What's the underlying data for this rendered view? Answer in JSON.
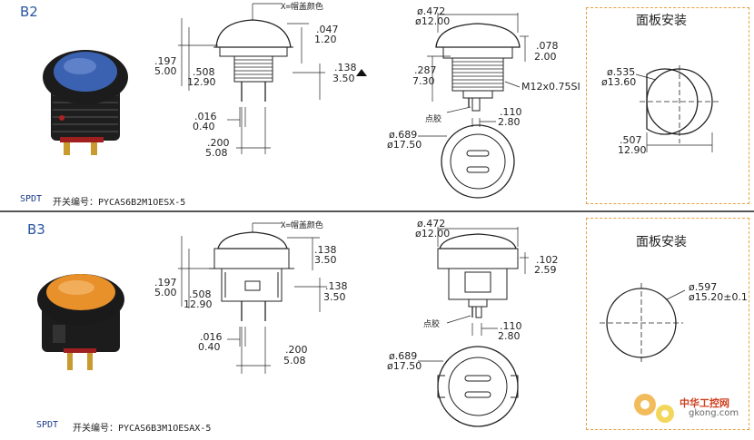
{
  "b2": {
    "label": "B2",
    "caption_code": "SPDT",
    "caption_text": "开关编号：PYCAS6B2M1OESX-5",
    "side_note": "X=帽盖颜色",
    "dims": {
      "d1_in": ".197",
      "d1_mm": "5.00",
      "d2_in": ".047",
      "d2_mm": "1.20",
      "d3_in": ".508",
      "d3_mm": "12.90",
      "d4_in": ".138",
      "d4_mm": "3.50",
      "d5_in": ".016",
      "d5_mm": "0.40",
      "d6_in": ".200",
      "d6_mm": "5.08"
    },
    "front": {
      "dia_in": "ø.472",
      "dia_mm": "ø12.00",
      "h1_in": ".078",
      "h1_mm": "2.00",
      "h2_in": ".287",
      "h2_mm": "7.30",
      "thread": "M12x0.75SI",
      "dot": "点胶",
      "w_in": ".110",
      "w_mm": "2.80",
      "base_in": "ø.689",
      "base_mm": "ø17.50"
    },
    "panel": {
      "title": "面板安装",
      "hole_in": "ø.535",
      "hole_mm": "ø13.60",
      "flat_in": ".507",
      "flat_mm": "12.90"
    }
  },
  "b3": {
    "label": "B3",
    "caption_code": "SPDT",
    "caption_text": "开关编号：PYCAS6B3M1OESAX-5",
    "side_note": "X=帽盖颜色",
    "dims": {
      "d1_in": ".197",
      "d1_mm": "5.00",
      "d2_in": ".138",
      "d2_mm": "3.50",
      "d3_in": ".508",
      "d3_mm": "12.90",
      "d4_in": ".138",
      "d4_mm": "3.50",
      "d5_in": ".016",
      "d5_mm": "0.40",
      "d6_in": ".200",
      "d6_mm": "5.08"
    },
    "front": {
      "dia_in": "ø.472",
      "dia_mm": "ø12.00",
      "h1_in": ".102",
      "h1_mm": "2.59",
      "dot": "点胶",
      "w_in": ".110",
      "w_mm": "2.80",
      "base_in": "ø.689",
      "base_mm": "ø17.50"
    },
    "panel": {
      "title": "面板安装",
      "hole_in": "ø.597",
      "hole_mm": "ø15.20±0.1"
    }
  },
  "watermark": {
    "brand": "中华工控网",
    "url": "gkong.com"
  },
  "colors": {
    "b2_cap": "#3b62b0",
    "b3_cap": "#e8902a",
    "panel_border": "#e8a040",
    "label_blue": "#2a55a0"
  }
}
